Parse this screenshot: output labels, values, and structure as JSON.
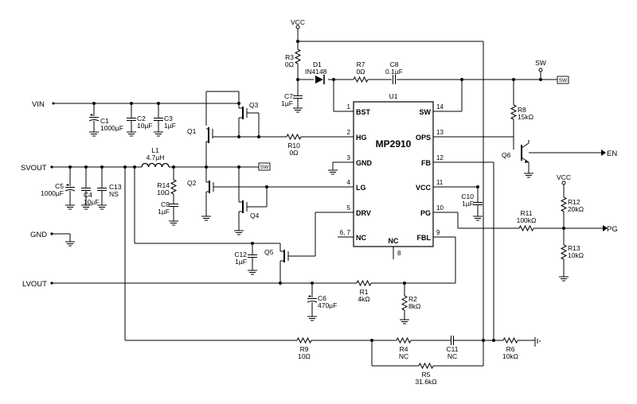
{
  "chip": {
    "ref": "U1",
    "name": "MP2910",
    "pins_left": [
      {
        "num": "1",
        "name": "BST"
      },
      {
        "num": "2",
        "name": "HG"
      },
      {
        "num": "3",
        "name": "GND"
      },
      {
        "num": "4",
        "name": "LG"
      },
      {
        "num": "5",
        "name": "DRV"
      },
      {
        "num": "6, 7",
        "name": "NC"
      }
    ],
    "pins_right": [
      {
        "num": "14",
        "name": "SW"
      },
      {
        "num": "13",
        "name": "OPS"
      },
      {
        "num": "12",
        "name": "FB"
      },
      {
        "num": "11",
        "name": "VCC"
      },
      {
        "num": "10",
        "name": "PG"
      },
      {
        "num": "9",
        "name": "FBL"
      }
    ],
    "pin_bottom": {
      "num": "8",
      "name": "NC"
    }
  },
  "nets": {
    "vin": "VIN",
    "svout": "SVOUT",
    "gnd": "GND",
    "lvout": "LVOUT",
    "vcc_top": "VCC",
    "vcc_right": "VCC",
    "sw_top": "SW",
    "sw_right": "SW",
    "sw_mid": "SW",
    "en": "EN",
    "pg": "PG"
  },
  "components": {
    "r3": {
      "ref": "R3",
      "value": "0Ω"
    },
    "d1": {
      "ref": "D1",
      "value": "IN4148"
    },
    "r7": {
      "ref": "R7",
      "value": "0Ω"
    },
    "c8": {
      "ref": "C8",
      "value": "0.1µF"
    },
    "c7": {
      "ref": "C7",
      "value": "1µF"
    },
    "c1": {
      "ref": "C1",
      "value": "1000µF"
    },
    "c2": {
      "ref": "C2",
      "value": "10µF"
    },
    "c3": {
      "ref": "C3",
      "value": "1µF"
    },
    "q1": {
      "ref": "Q1"
    },
    "q2": {
      "ref": "Q2"
    },
    "q3": {
      "ref": "Q3"
    },
    "q4": {
      "ref": "Q4"
    },
    "q5": {
      "ref": "Q5"
    },
    "q6": {
      "ref": "Q6"
    },
    "r10": {
      "ref": "R10",
      "value": "0Ω"
    },
    "l1": {
      "ref": "L1",
      "value": "4.7µH"
    },
    "r14": {
      "ref": "R14",
      "value": "10Ω"
    },
    "c9": {
      "ref": "C9",
      "value": "1µF"
    },
    "c5": {
      "ref": "C5",
      "value": "1000µF"
    },
    "c4": {
      "ref": "C4",
      "value": "10µF"
    },
    "c13": {
      "ref": "C13",
      "value": "NS"
    },
    "c12": {
      "ref": "C12",
      "value": "1µF"
    },
    "c6": {
      "ref": "C6",
      "value": "470µF"
    },
    "r1": {
      "ref": "R1",
      "value": "4kΩ"
    },
    "r2": {
      "ref": "R2",
      "value": "8kΩ"
    },
    "r8": {
      "ref": "R8",
      "value": "15kΩ"
    },
    "c10": {
      "ref": "C10",
      "value": "1µF"
    },
    "r11": {
      "ref": "R11",
      "value": "100kΩ"
    },
    "r12": {
      "ref": "R12",
      "value": "20kΩ"
    },
    "r13": {
      "ref": "R13",
      "value": "10kΩ"
    },
    "r9": {
      "ref": "R9",
      "value": "10Ω"
    },
    "r4": {
      "ref": "R4",
      "value": "NC"
    },
    "c11": {
      "ref": "C11",
      "value": "NC"
    },
    "r6": {
      "ref": "R6",
      "value": "10kΩ"
    },
    "r5": {
      "ref": "R5",
      "value": "31.6kΩ"
    }
  }
}
